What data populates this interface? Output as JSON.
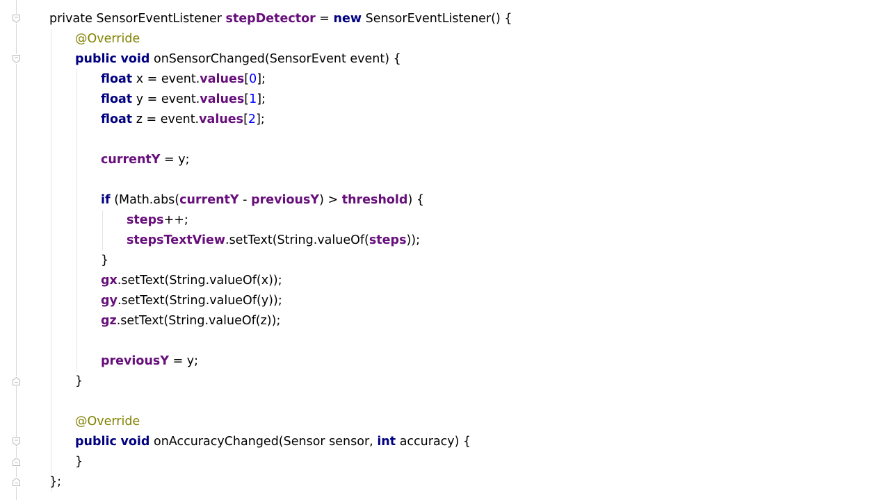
{
  "editor": {
    "lines": [
      {
        "indent": 0,
        "tokens": [
          {
            "t": "private ",
            "c": "plain"
          },
          {
            "t": "SensorEventListener ",
            "c": "plain"
          },
          {
            "t": "stepDetector",
            "c": "field"
          },
          {
            "t": " = ",
            "c": "plain"
          },
          {
            "t": "new",
            "c": "kw"
          },
          {
            "t": " SensorEventListener() {",
            "c": "plain"
          }
        ]
      },
      {
        "indent": 1,
        "tokens": [
          {
            "t": "@Override",
            "c": "ann"
          }
        ]
      },
      {
        "indent": 1,
        "tokens": [
          {
            "t": "public",
            "c": "kw"
          },
          {
            "t": " ",
            "c": "plain"
          },
          {
            "t": "void",
            "c": "kw"
          },
          {
            "t": " onSensorChanged(SensorEvent event) {",
            "c": "plain"
          }
        ]
      },
      {
        "indent": 2,
        "tokens": [
          {
            "t": "float",
            "c": "kw"
          },
          {
            "t": " x = event.",
            "c": "plain"
          },
          {
            "t": "values",
            "c": "field"
          },
          {
            "t": "[",
            "c": "plain"
          },
          {
            "t": "0",
            "c": "num"
          },
          {
            "t": "];",
            "c": "plain"
          }
        ]
      },
      {
        "indent": 2,
        "tokens": [
          {
            "t": "float",
            "c": "kw"
          },
          {
            "t": " y = event.",
            "c": "plain"
          },
          {
            "t": "values",
            "c": "field"
          },
          {
            "t": "[",
            "c": "plain"
          },
          {
            "t": "1",
            "c": "num"
          },
          {
            "t": "];",
            "c": "plain"
          }
        ]
      },
      {
        "indent": 2,
        "tokens": [
          {
            "t": "float",
            "c": "kw"
          },
          {
            "t": " z = event.",
            "c": "plain"
          },
          {
            "t": "values",
            "c": "field"
          },
          {
            "t": "[",
            "c": "plain"
          },
          {
            "t": "2",
            "c": "num"
          },
          {
            "t": "];",
            "c": "plain"
          }
        ]
      },
      {
        "indent": 2,
        "tokens": []
      },
      {
        "indent": 2,
        "tokens": [
          {
            "t": "currentY",
            "c": "field"
          },
          {
            "t": " = y;",
            "c": "plain"
          }
        ]
      },
      {
        "indent": 2,
        "tokens": []
      },
      {
        "indent": 2,
        "tokens": [
          {
            "t": "if",
            "c": "kw"
          },
          {
            "t": " (Math.abs(",
            "c": "plain"
          },
          {
            "t": "currentY",
            "c": "field"
          },
          {
            "t": " - ",
            "c": "plain"
          },
          {
            "t": "previousY",
            "c": "field"
          },
          {
            "t": ") > ",
            "c": "plain"
          },
          {
            "t": "threshold",
            "c": "field"
          },
          {
            "t": ") {",
            "c": "plain"
          }
        ]
      },
      {
        "indent": 3,
        "tokens": [
          {
            "t": "steps",
            "c": "field"
          },
          {
            "t": "++;",
            "c": "plain"
          }
        ]
      },
      {
        "indent": 3,
        "tokens": [
          {
            "t": "stepsTextView",
            "c": "field"
          },
          {
            "t": ".setText(String.valueOf(",
            "c": "plain"
          },
          {
            "t": "steps",
            "c": "field"
          },
          {
            "t": "));",
            "c": "plain"
          }
        ]
      },
      {
        "indent": 2,
        "tokens": [
          {
            "t": "}",
            "c": "plain"
          }
        ]
      },
      {
        "indent": 2,
        "tokens": [
          {
            "t": "gx",
            "c": "field"
          },
          {
            "t": ".setText(String.valueOf(x));",
            "c": "plain"
          }
        ]
      },
      {
        "indent": 2,
        "tokens": [
          {
            "t": "gy",
            "c": "field"
          },
          {
            "t": ".setText(String.valueOf(y));",
            "c": "plain"
          }
        ]
      },
      {
        "indent": 2,
        "tokens": [
          {
            "t": "gz",
            "c": "field"
          },
          {
            "t": ".setText(String.valueOf(z));",
            "c": "plain"
          }
        ]
      },
      {
        "indent": 2,
        "tokens": []
      },
      {
        "indent": 2,
        "tokens": [
          {
            "t": "previousY",
            "c": "field"
          },
          {
            "t": " = y;",
            "c": "plain"
          }
        ]
      },
      {
        "indent": 1,
        "tokens": [
          {
            "t": "}",
            "c": "plain"
          }
        ]
      },
      {
        "indent": 1,
        "tokens": []
      },
      {
        "indent": 1,
        "tokens": [
          {
            "t": "@Override",
            "c": "ann"
          }
        ]
      },
      {
        "indent": 1,
        "tokens": [
          {
            "t": "public",
            "c": "kw"
          },
          {
            "t": " ",
            "c": "plain"
          },
          {
            "t": "void",
            "c": "kw"
          },
          {
            "t": " onAccuracyChanged(Sensor sensor, ",
            "c": "plain"
          },
          {
            "t": "int",
            "c": "kw"
          },
          {
            "t": " accuracy) {",
            "c": "plain"
          }
        ]
      },
      {
        "indent": 1,
        "tokens": [
          {
            "t": "}",
            "c": "plain"
          }
        ]
      },
      {
        "indent": 0,
        "tokens": [
          {
            "t": "};",
            "c": "plain"
          }
        ]
      }
    ],
    "fold_markers": [
      {
        "line": 0,
        "icon": "fold-open-icon"
      },
      {
        "line": 2,
        "icon": "fold-open-icon"
      },
      {
        "line": 18,
        "icon": "fold-close-icon"
      },
      {
        "line": 21,
        "icon": "fold-open-icon"
      },
      {
        "line": 22,
        "icon": "fold-close-icon"
      },
      {
        "line": 23,
        "icon": "fold-close-icon"
      }
    ]
  }
}
